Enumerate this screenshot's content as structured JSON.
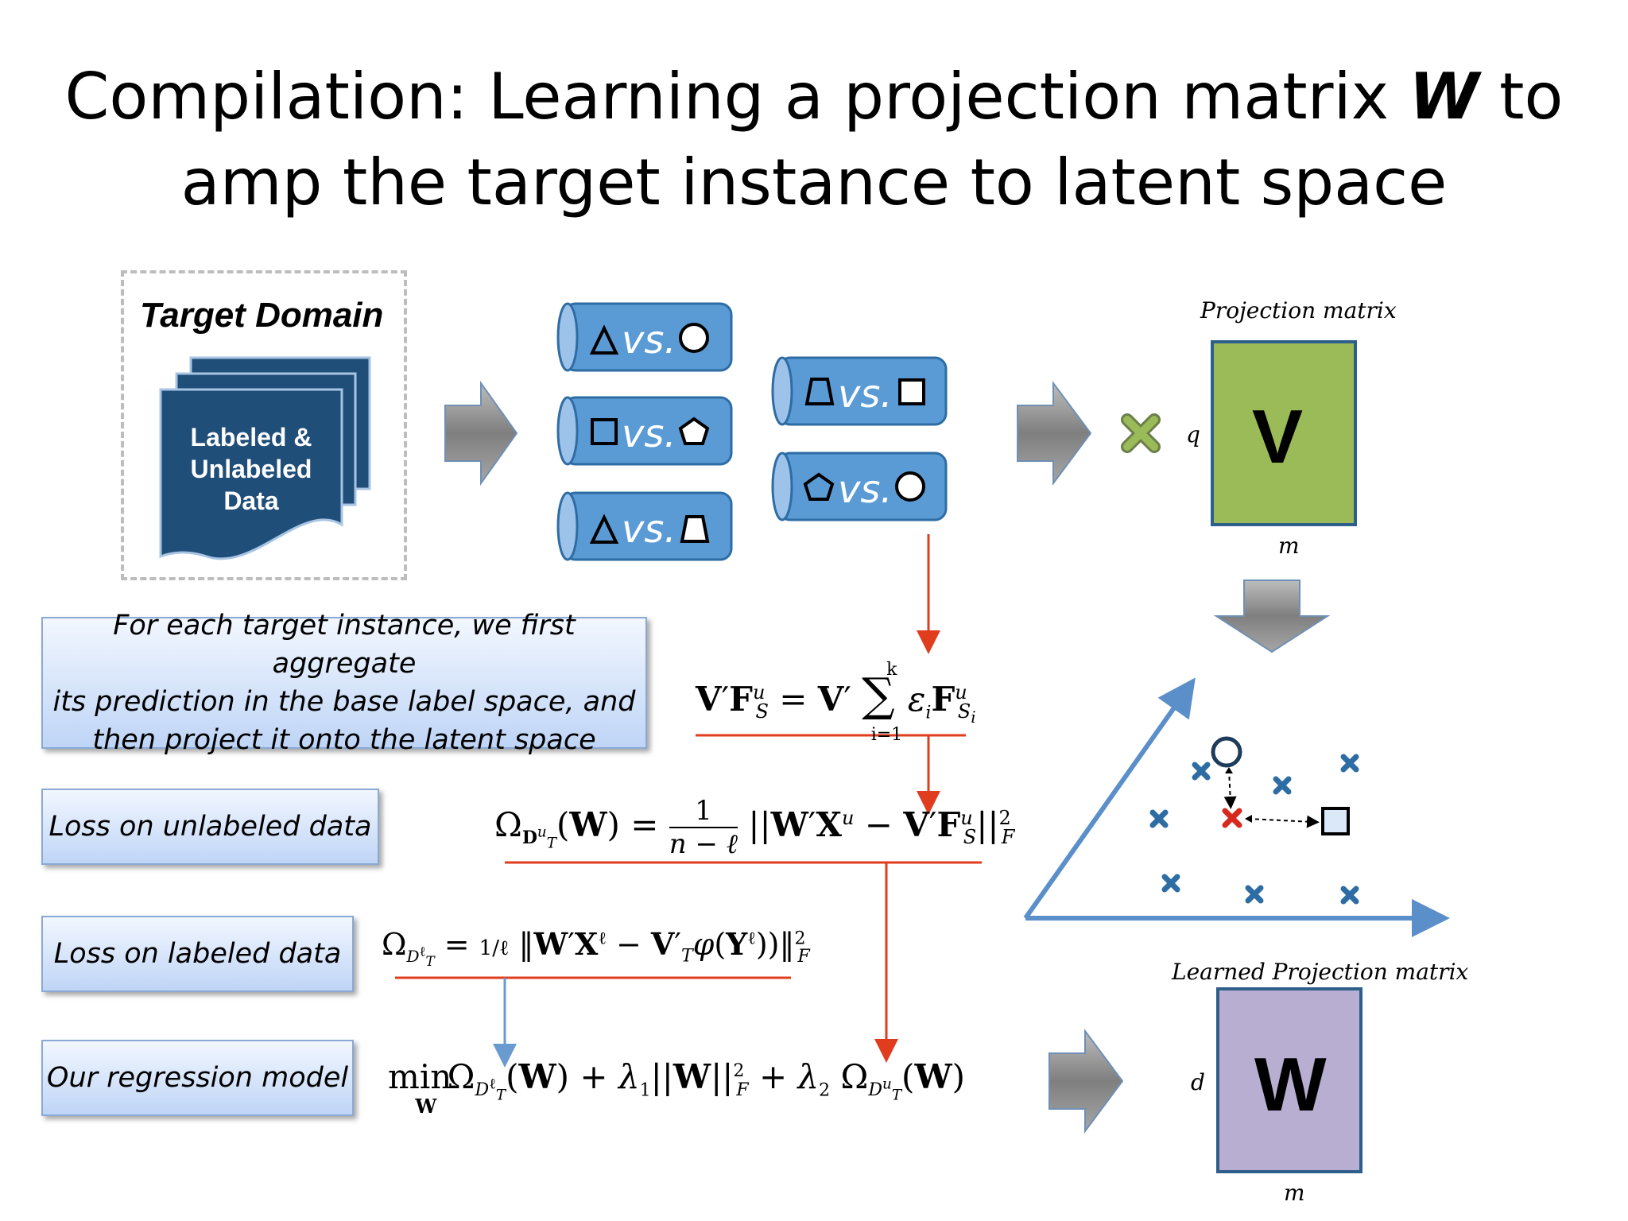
{
  "title": {
    "line1_prefix": "Compilation: Learning a projection matrix ",
    "line1_bold": "W",
    "line1_suffix": " to",
    "line2": "amp the target instance to latent space"
  },
  "target_domain": {
    "title": "Target Domain",
    "doc_line1": "Labeled &",
    "doc_line2": "Unlabeled",
    "doc_line3": "Data"
  },
  "classifiers": [
    {
      "vs": "vs."
    },
    {
      "vs": "vs."
    },
    {
      "vs": "vs."
    },
    {
      "vs": "vs."
    },
    {
      "vs": "vs."
    }
  ],
  "projection": {
    "label": "Projection matrix",
    "letter": "V",
    "row_dim": "q",
    "col_dim": "m"
  },
  "learned_projection": {
    "label": "Learned Projection matrix",
    "letter": "W",
    "row_dim": "d",
    "col_dim": "m"
  },
  "boxes": {
    "aggregate_line1": "For each target instance, we first aggregate",
    "aggregate_line2": "its prediction in the base label space, and",
    "aggregate_line3": "then project it onto the latent space",
    "loss_unlabeled": "Loss on unlabeled data",
    "loss_labeled": "Loss on labeled data",
    "regression": "Our regression model"
  },
  "colors": {
    "cylinder": "#5b9bd5",
    "doc": "#1f4e79",
    "green_matrix": "#9bbb59",
    "purple_matrix": "#b8aed1",
    "red_arrow": "#e03c1e",
    "axis": "#5b8fc9",
    "cross": "#2e6da4"
  }
}
